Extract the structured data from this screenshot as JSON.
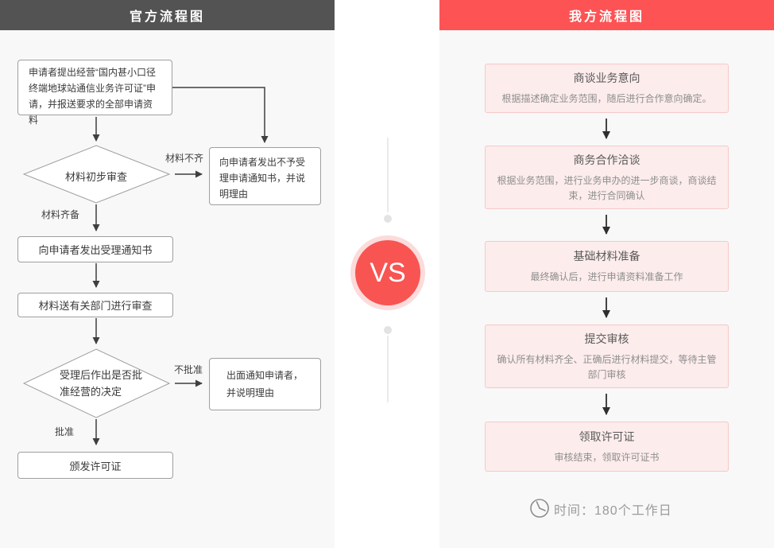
{
  "left": {
    "title": "官方流程图",
    "nodes": {
      "apply": "申请者提出经营“国内甚小口径终端地球站通信业务许可证”申请，并报送要求的全部申请资料",
      "initial_review": "材料初步审查",
      "label_incomplete": "材料不齐",
      "reject_notice": "向申请者发出不予受理申请通知书，并说明理由",
      "label_complete": "材料齐备",
      "accept_notice": "向申请者发出受理通知书",
      "dept_review": "材料送有关部门进行审查",
      "decision": "受理后作出是否批准经营的决定",
      "label_disapprove": "不批准",
      "disapprove_notice": "出面通知申请者，并说明理由",
      "label_approve": "批准",
      "issue_license": "颁发许可证"
    }
  },
  "vs": {
    "label": "VS"
  },
  "right": {
    "title": "我方流程图",
    "steps": [
      {
        "title": "商谈业务意向",
        "desc": "根据描述确定业务范围，随后进行合作意向确定。"
      },
      {
        "title": "商务合作洽谈",
        "desc": "根据业务范围，进行业务申办的进一步商谈，商谈结束，进行合同确认"
      },
      {
        "title": "基础材料准备",
        "desc": "最终确认后，进行申请资料准备工作"
      },
      {
        "title": "提交审核",
        "desc": "确认所有材料齐全、正确后进行材料提交，等待主管部门审核"
      },
      {
        "title": "领取许可证",
        "desc": "审核结束，领取许可证书"
      }
    ],
    "time_note": "时间：180个工作日",
    "icons": {
      "clock": "clock-icon"
    }
  },
  "colors": {
    "header_dark": "#535353",
    "header_red": "#fd5355",
    "vs_red": "#f75452",
    "vs_ring_pink": "#fcdbdb",
    "step_bg_pink": "#fdecec",
    "step_border_pink": "#f7c8c8",
    "panel_bg": "#f8f8f8"
  }
}
